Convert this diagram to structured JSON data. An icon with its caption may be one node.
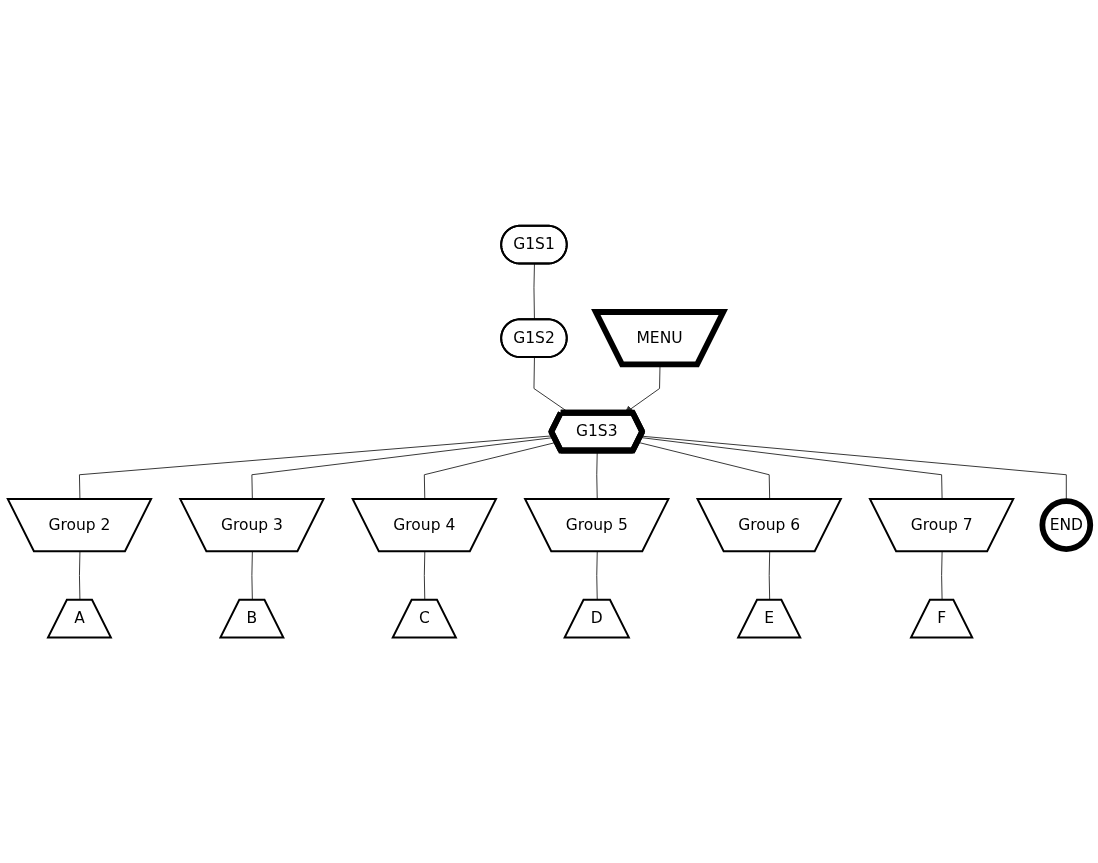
{
  "diagram": {
    "nodes": [
      {
        "text": [
          "G1S1"
        ]
      },
      {
        "text": [
          "G1S2"
        ]
      },
      {
        "text": [
          "MENU"
        ]
      },
      {
        "text": [
          "G1S3"
        ]
      },
      {
        "text": [
          "Group 2"
        ]
      },
      {
        "text": [
          "Group 3"
        ]
      },
      {
        "text": [
          "Group 4"
        ]
      },
      {
        "text": [
          "Group 5"
        ]
      },
      {
        "text": [
          "Group 6"
        ]
      },
      {
        "text": [
          "Group 7"
        ]
      },
      {
        "text": [
          "END"
        ]
      },
      {
        "text": [
          "A"
        ]
      },
      {
        "text": [
          "B"
        ]
      },
      {
        "text": [
          "C"
        ]
      },
      {
        "text": [
          "D"
        ]
      },
      {
        "text": [
          "E"
        ]
      },
      {
        "text": [
          "F"
        ]
      }
    ],
    "edges": [
      {
        "from": 0,
        "to": 1,
        "arrow": "none"
      },
      {
        "from": 1,
        "to": 3,
        "arrow": "none"
      },
      {
        "from": 2,
        "to": 3,
        "arrow": "to"
      },
      {
        "from": 3,
        "to": 4,
        "arrow": "none"
      },
      {
        "from": 3,
        "to": 5,
        "arrow": "none"
      },
      {
        "from": 3,
        "to": 6,
        "arrow": "none"
      },
      {
        "from": 3,
        "to": 7,
        "arrow": "none"
      },
      {
        "from": 3,
        "to": 8,
        "arrow": "none"
      },
      {
        "from": 3,
        "to": 9,
        "arrow": "none"
      },
      {
        "from": 3,
        "to": 10,
        "arrow": "none"
      },
      {
        "from": 4,
        "to": 11,
        "arrow": "none"
      },
      {
        "from": 5,
        "to": 12,
        "arrow": "none"
      },
      {
        "from": 6,
        "to": 13,
        "arrow": "none"
      },
      {
        "from": 7,
        "to": 14,
        "arrow": "none"
      },
      {
        "from": 8,
        "to": 15,
        "arrow": "none"
      },
      {
        "from": 9,
        "to": 16,
        "arrow": "none"
      }
    ]
  }
}
